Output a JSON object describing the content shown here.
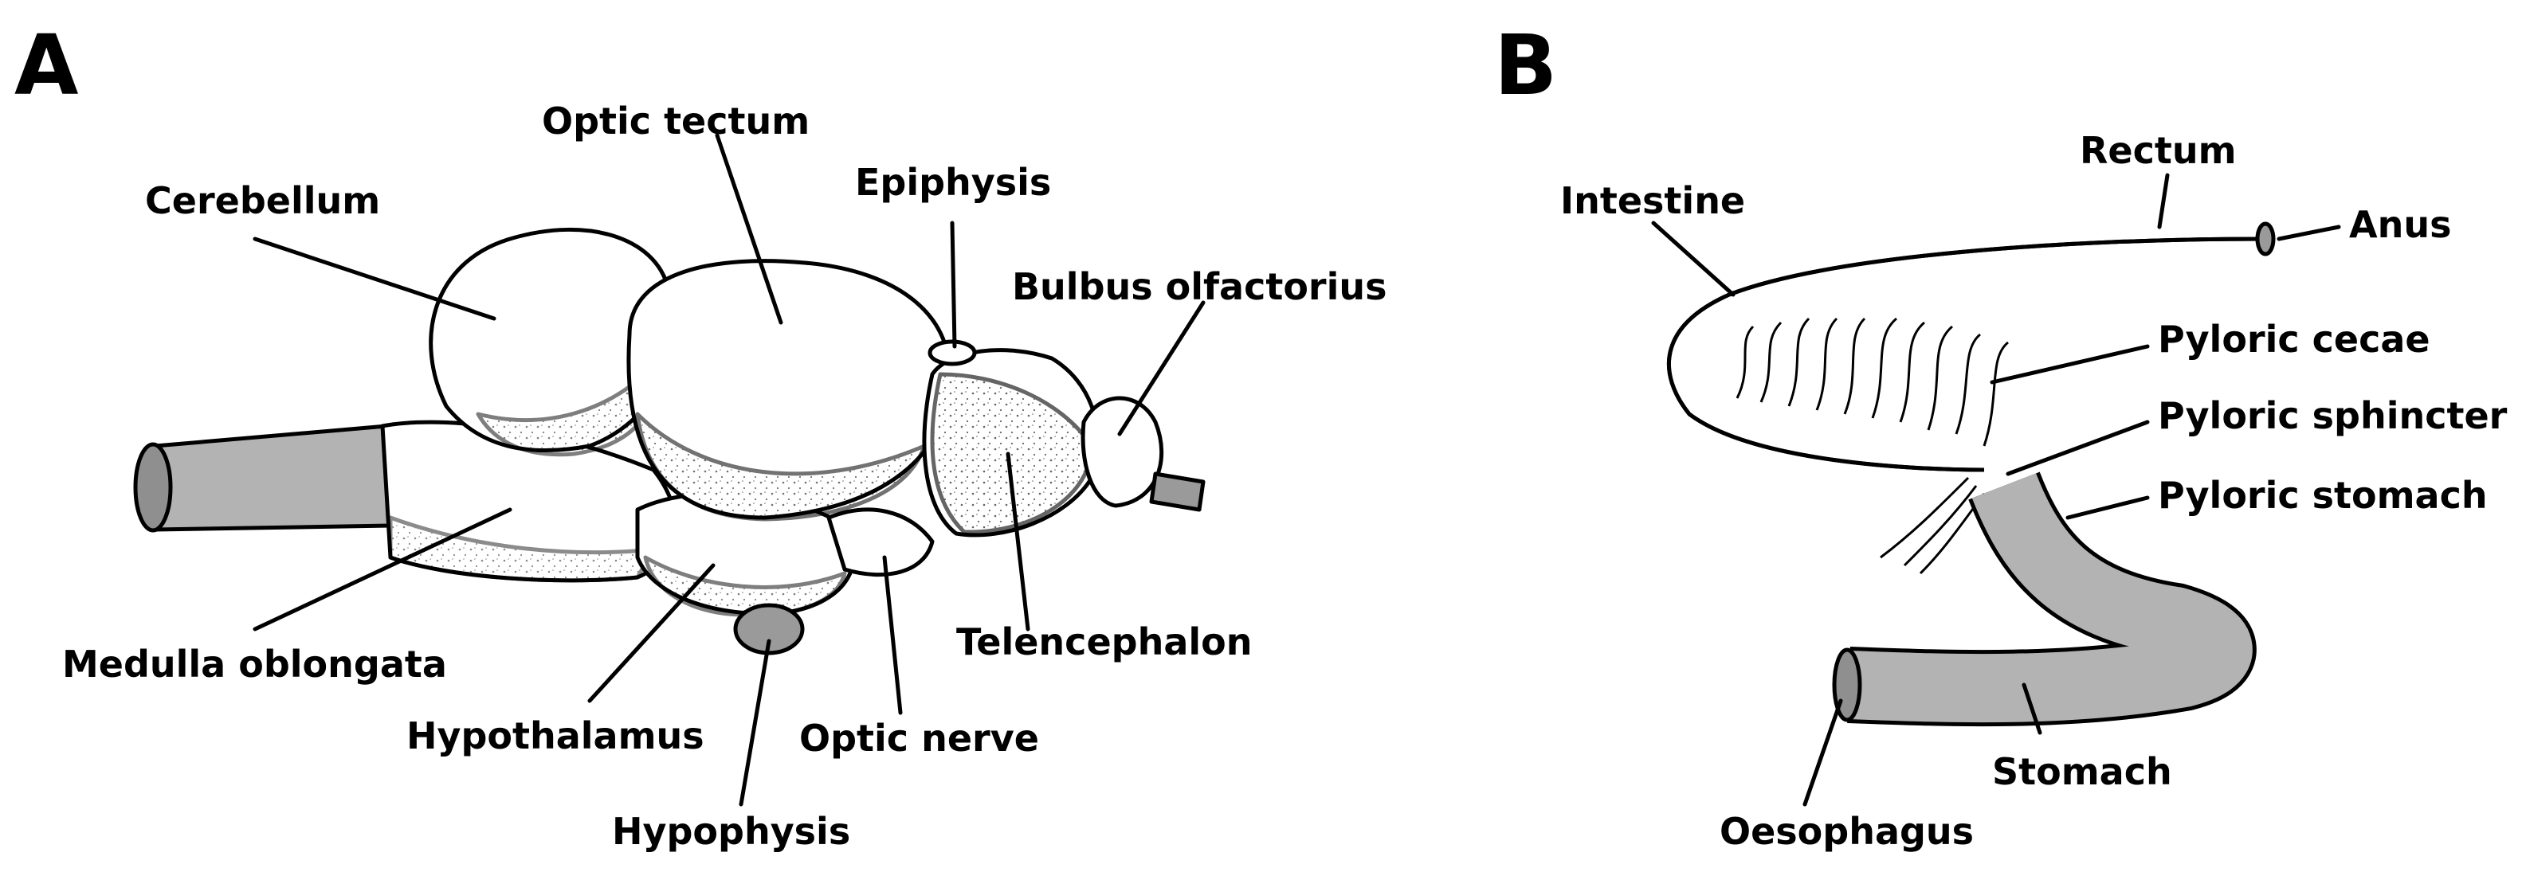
{
  "panels": {
    "a": {
      "letter": "A"
    },
    "b": {
      "letter": "B"
    }
  },
  "brain_labels": {
    "optic_tectum": "Optic tectum",
    "cerebellum": "Cerebellum",
    "epiphysis": "Epiphysis",
    "bulbus_olfactorius": "Bulbus olfactorius",
    "medulla_oblongata": "Medulla oblongata",
    "telencephalon": "Telencephalon",
    "hypothalamus": "Hypothalamus",
    "optic_nerve": "Optic nerve",
    "hypophysis": "Hypophysis"
  },
  "gut_labels": {
    "rectum": "Rectum",
    "intestine": "Intestine",
    "anus": "Anus",
    "pyloric_cecae": "Pyloric cecae",
    "pyloric_sphincter": "Pyloric sphincter",
    "pyloric_stomach": "Pyloric stomach",
    "stomach": "Stomach",
    "oesophagus": "Oesophagus"
  },
  "colors": {
    "shade": "#b3b3b3",
    "ink": "#000000",
    "tissue": "#ffffff"
  }
}
